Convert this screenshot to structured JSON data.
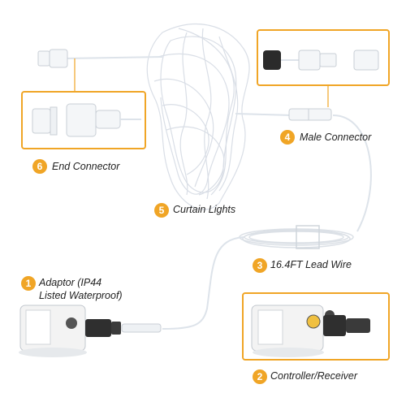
{
  "labels": {
    "adaptor": {
      "number": "1",
      "text_line1": "Adaptor (IP44",
      "text_line2": "Listed Waterproof)"
    },
    "controller": {
      "number": "2",
      "text": "Controller/Receiver"
    },
    "lead_wire": {
      "number": "3",
      "text": "16.4FT Lead Wire"
    },
    "male_connector": {
      "number": "4",
      "text": "Male Connector"
    },
    "curtain_lights": {
      "number": "5",
      "text": "Curtain Lights"
    },
    "end_connector": {
      "number": "6",
      "text": "End Connector"
    }
  },
  "colors": {
    "accent": "#f0a526",
    "wire": "#dde3ea",
    "device": "#f3f3f3"
  }
}
